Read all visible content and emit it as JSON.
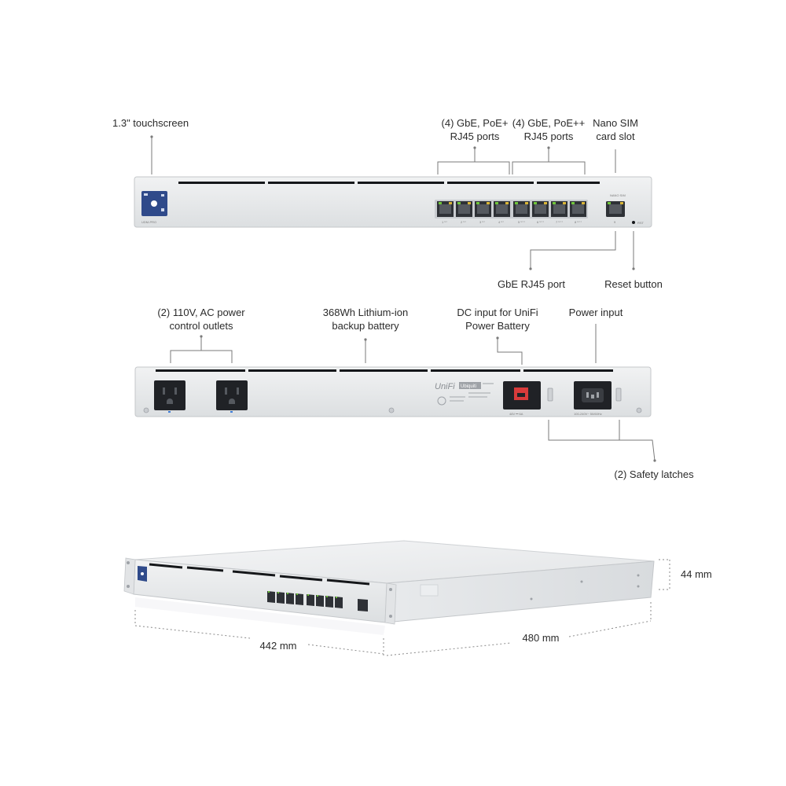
{
  "front": {
    "touchscreen_label": "1.3\" touchscreen",
    "poe_plus_label_line1": "(4) GbE, PoE+",
    "poe_plus_label_line2": "RJ45 ports",
    "poe_plusplus_label_line1": "(4) GbE, PoE++",
    "poe_plusplus_label_line2": "RJ45 ports",
    "sim_label_line1": "Nano SIM",
    "sim_label_line2": "card slot",
    "gbe_label": "GbE RJ45 port",
    "reset_label": "Reset button",
    "port_labels": [
      "1 ⁵⁺",
      "2 ⁵⁺",
      "3 ⁵⁺",
      "4 ⁵⁺",
      "5 ⁵⁺⁺",
      "6 ⁵⁺⁺",
      "7 ⁵⁺⁺",
      "8 ⁵⁺⁺"
    ],
    "uplink_label": "9",
    "sim_small_text": "NANO SIM",
    "reset_small_text": "RST",
    "model_small_text": "UDM-PRO"
  },
  "rear": {
    "outlets_label_line1": "(2) 110V, AC power",
    "outlets_label_line2": "control outlets",
    "battery_label_line1": "368Wh Lithium-ion",
    "battery_label_line2": "backup battery",
    "dc_label_line1": "DC input for UniFi",
    "dc_label_line2": "Power Battery",
    "power_label": "Power input",
    "latches_label": "(2) Safety latches",
    "brand_text": "UniFi",
    "brand_badge": "Ubiquiti",
    "dc_small_text": "48V ⎓ 6A",
    "ac_small_text": "100-240V~ 50/60Hz"
  },
  "dimensions": {
    "height": "44 mm",
    "width": "442 mm",
    "depth": "480 mm"
  },
  "colors": {
    "chassis": "#e6e8ea",
    "chassis_edge": "#c4c7ca",
    "vent": "#15171a",
    "callout_line": "#7a7a7a",
    "screen_blue": "#2f4a8a",
    "port_dark": "#2e3136",
    "led_green": "#6fc53a",
    "led_yellow": "#d9b536"
  }
}
